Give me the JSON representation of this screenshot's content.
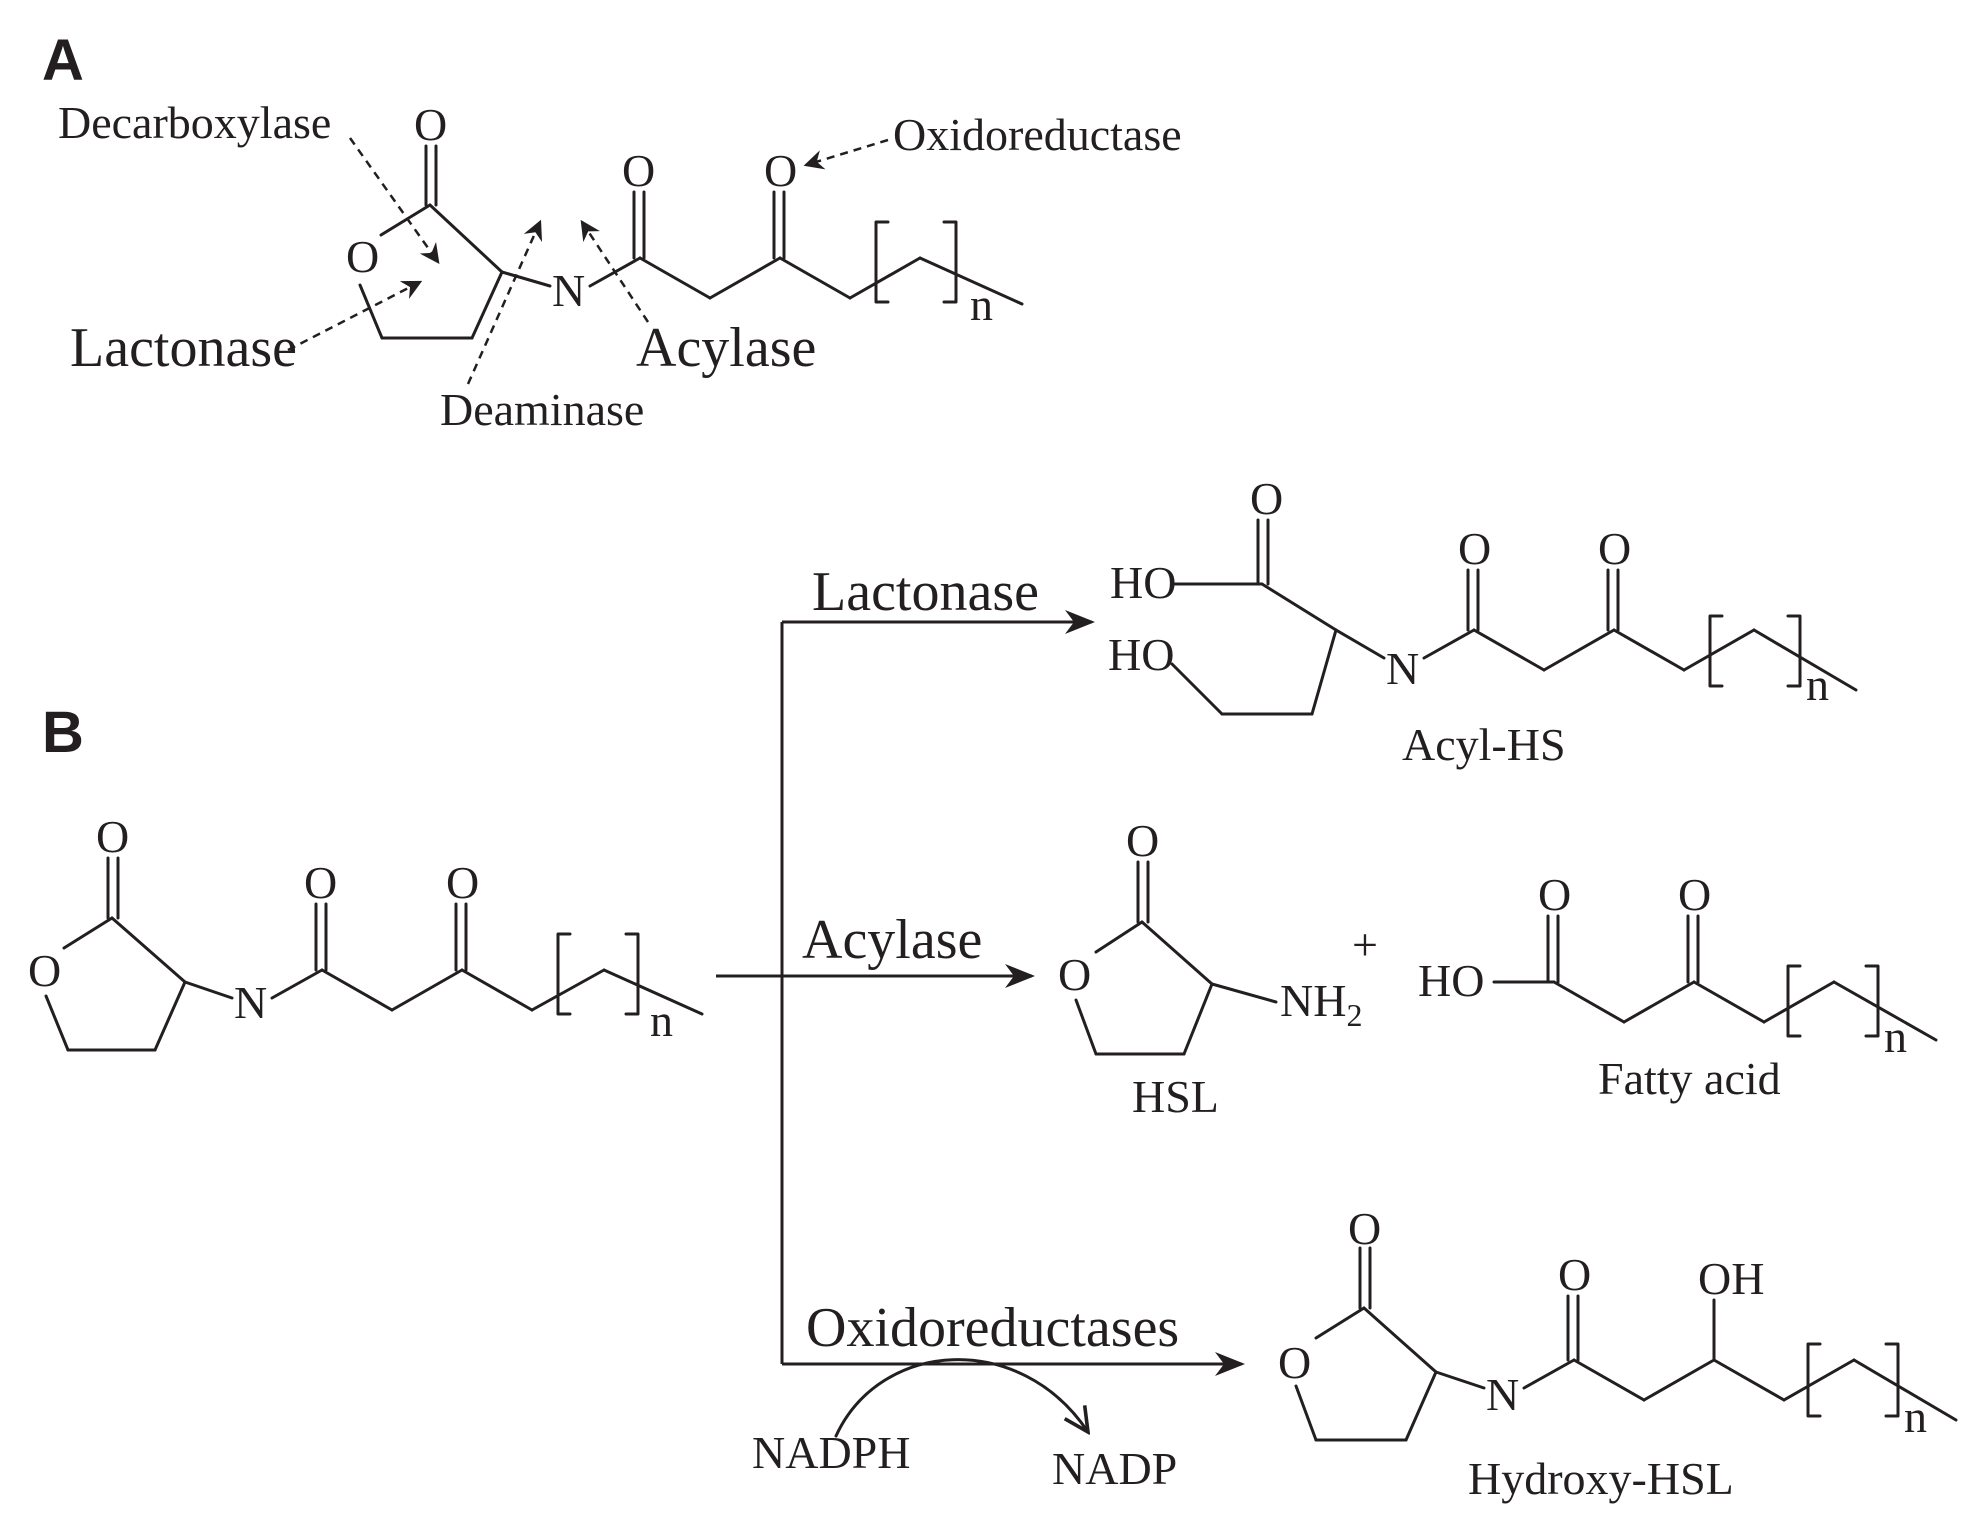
{
  "panels": {
    "a": "A",
    "b": "B"
  },
  "atoms": {
    "O": "O",
    "N": "N",
    "HO": "HO",
    "OH": "OH",
    "NH2": "NH",
    "sub2": "2",
    "plus": "+",
    "n": "n"
  },
  "panel_a": {
    "enzymes": {
      "decarboxylase": "Decarboxylase",
      "oxidoreductase": "Oxidoreductase",
      "lactonase": "Lactonase",
      "acylase": "Acylase",
      "deaminase": "Deaminase"
    }
  },
  "panel_b": {
    "arrows": {
      "lactonase": "Lactonase",
      "acylase": "Acylase",
      "oxidoreductases": "Oxidoreductases"
    },
    "cofactors": {
      "nadph": "NADPH",
      "nadp": "NADP"
    },
    "products": {
      "acyl_hs": "Acyl-HS",
      "hsl": "HSL",
      "fatty_acid": "Fatty acid",
      "hydroxy_hsl": "Hydroxy-HSL"
    }
  }
}
